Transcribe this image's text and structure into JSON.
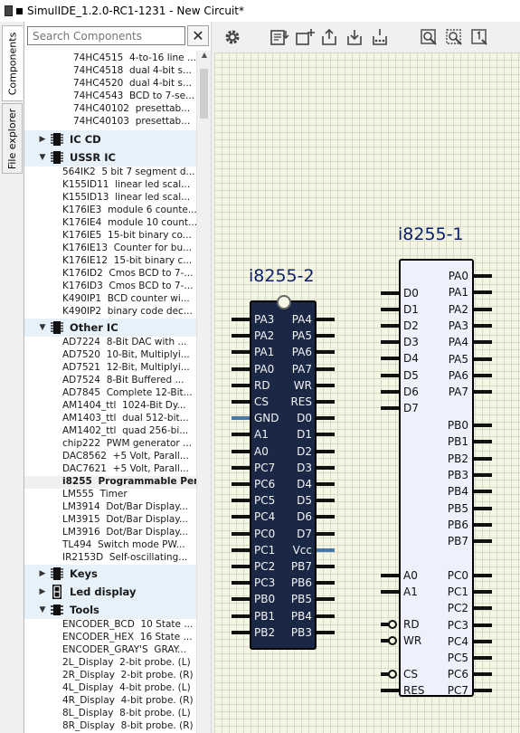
{
  "window": {
    "title": "SimulIDE_1.2.0-RC1-1231 - New Circuit*"
  },
  "side_tabs": {
    "components": "Components",
    "file_explorer": "File explorer"
  },
  "search": {
    "placeholder": "Search Components"
  },
  "components_top": [
    {
      "name": "74HC4515",
      "desc": "4-to-16 line ..."
    },
    {
      "name": "74HC4518",
      "desc": "dual 4-bit s..."
    },
    {
      "name": "74HC4520",
      "desc": "dual 4-bit s..."
    },
    {
      "name": "74HC4543",
      "desc": "BCD to 7-se..."
    },
    {
      "name": "74HC40102",
      "desc": "presettab..."
    },
    {
      "name": "74HC40103",
      "desc": "presettab..."
    }
  ],
  "cat_ic_cd": "IC CD",
  "cat_ussr_ic": "USSR IC",
  "ussr_items": [
    {
      "name": "564IK2",
      "desc": "5 bit 7 segment d..."
    },
    {
      "name": "K155ID11",
      "desc": "linear led scal..."
    },
    {
      "name": "K155ID13",
      "desc": "linear led scal..."
    },
    {
      "name": "K176IE3",
      "desc": "module 6 counte..."
    },
    {
      "name": "K176IE4",
      "desc": "module 10 count..."
    },
    {
      "name": "K176IE5",
      "desc": "15-bit binary co..."
    },
    {
      "name": "K176IE13",
      "desc": "Counter for bu..."
    },
    {
      "name": "K176IE12",
      "desc": "15-bit binary c..."
    },
    {
      "name": "K176ID2",
      "desc": "Cmos BCD to 7-..."
    },
    {
      "name": "K176ID3",
      "desc": "Cmos BCD to 7-..."
    },
    {
      "name": "K490IP1",
      "desc": "BCD counter wi..."
    },
    {
      "name": "K490IP2",
      "desc": "binary code dec..."
    }
  ],
  "cat_other_ic": "Other IC",
  "other_items": [
    {
      "name": "AD7224",
      "desc": "8-Bit DAC with ..."
    },
    {
      "name": "AD7520",
      "desc": "10-Bit, Multiplyi..."
    },
    {
      "name": "AD7521",
      "desc": "12-Bit, Multiplyi..."
    },
    {
      "name": "AD7524",
      "desc": "8-Bit Buffered ..."
    },
    {
      "name": "AD7845",
      "desc": "Complete 12-Bit..."
    },
    {
      "name": "AM1404_ttl",
      "desc": "1024-Bit Dy..."
    },
    {
      "name": "AM1403_ttl",
      "desc": "dual 512-bit..."
    },
    {
      "name": "AM1402_ttl",
      "desc": "quad 256-bi..."
    },
    {
      "name": "chip222",
      "desc": "PWM generator ..."
    },
    {
      "name": "DAC8562",
      "desc": "+5 Volt, Parall..."
    },
    {
      "name": "DAC7621",
      "desc": "+5 Volt, Parall..."
    },
    {
      "name": "i8255",
      "desc": "Programmable Per..."
    },
    {
      "name": "LM555",
      "desc": "Timer"
    },
    {
      "name": "LM3914",
      "desc": "Dot/Bar Display..."
    },
    {
      "name": "LM3915",
      "desc": "Dot/Bar Display..."
    },
    {
      "name": "LM3916",
      "desc": "Dot/Bar Display..."
    },
    {
      "name": "TL494",
      "desc": "Switch mode PW..."
    },
    {
      "name": "IR2153D",
      "desc": "Self-oscillating..."
    }
  ],
  "cat_keys": "Keys",
  "cat_led_display": "Led display",
  "cat_tools": "Tools",
  "tool_items": [
    {
      "name": "ENCODER_BCD",
      "desc": "10 State ..."
    },
    {
      "name": "ENCODER_HEX",
      "desc": "16 State ..."
    },
    {
      "name": "ENCODER_GRAY'S",
      "desc": "GRAY..."
    },
    {
      "name": "2L_Display",
      "desc": "2-bit probe. (L)"
    },
    {
      "name": "2R_Display",
      "desc": "2-bit probe. (R)"
    },
    {
      "name": "4L_Display",
      "desc": "4-bit probe. (L)"
    },
    {
      "name": "4R_Display",
      "desc": "4-bit probe. (R)"
    },
    {
      "name": "8L_Display",
      "desc": "8-bit probe. (L)"
    },
    {
      "name": "8R_Display",
      "desc": "8-bit probe. (R)"
    }
  ],
  "toolbar_icons": [
    "gear-icon",
    "save-icon",
    "new-subcircuit-icon",
    "import-icon",
    "export-icon",
    "more-icon",
    "zoom-fit-icon",
    "zoom-selection-icon",
    "zoom-one-icon"
  ],
  "chip2": {
    "label": "i8255-2",
    "left_pins": [
      "PA3",
      "PA2",
      "PA1",
      "PA0",
      "RD",
      "CS",
      "GND",
      "A1",
      "A0",
      "PC7",
      "PC6",
      "PC5",
      "PC4",
      "PC0",
      "PC1",
      "PC2",
      "PC3",
      "PB0",
      "PB1",
      "PB2"
    ],
    "right_pins": [
      "PA4",
      "PA5",
      "PA6",
      "PA7",
      "WR",
      "RES",
      "D0",
      "D1",
      "D2",
      "D3",
      "D4",
      "D5",
      "D6",
      "D7",
      "Vcc",
      "PB7",
      "PB6",
      "PB5",
      "PB4",
      "PB3"
    ]
  },
  "chip1": {
    "label": "i8255-1",
    "left_pins": [
      "D0",
      "D1",
      "D2",
      "D3",
      "D4",
      "D5",
      "D6",
      "D7",
      "A0",
      "A1",
      "RD",
      "WR",
      "CS",
      "RES"
    ],
    "right_pins": [
      "PA0",
      "PA1",
      "PA2",
      "PA3",
      "PA4",
      "PA5",
      "PA6",
      "PA7",
      "PB0",
      "PB1",
      "PB2",
      "PB3",
      "PB4",
      "PB5",
      "PB6",
      "PB7",
      "PC0",
      "PC1",
      "PC2",
      "PC3",
      "PC4",
      "PC5",
      "PC6",
      "PC7"
    ]
  },
  "colors": {
    "selected_category_bg": "#e6f1fa",
    "dark_chip_bg": "#1a2845",
    "light_chip_bg": "#eef1fb",
    "label_color": "#0a1f6b",
    "power_pin": "#4a78a8"
  }
}
